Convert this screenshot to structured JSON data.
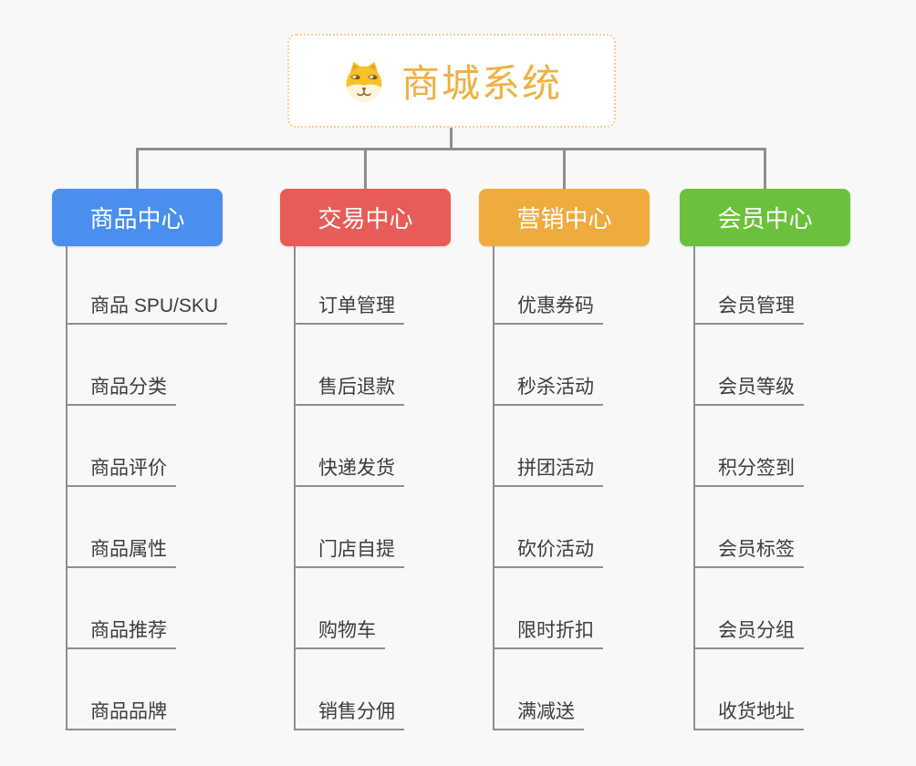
{
  "root": {
    "title": "商城系统",
    "icon": "dog-icon",
    "title_color": "#f0b043",
    "border_color": "#f8cd8a"
  },
  "connector_color": "#8e8e8e",
  "leaf_text_color": "#3d3d3d",
  "branches": [
    {
      "label": "商品中心",
      "color": "#4a8fee",
      "children": [
        "商品 SPU/SKU",
        "商品分类",
        "商品评价",
        "商品属性",
        "商品推荐",
        "商品品牌"
      ]
    },
    {
      "label": "交易中心",
      "color": "#e85c58",
      "children": [
        "订单管理",
        "售后退款",
        "快递发货",
        "门店自提",
        "购物车",
        "销售分佣"
      ]
    },
    {
      "label": "营销中心",
      "color": "#eeac3e",
      "children": [
        "优惠券码",
        "秒杀活动",
        "拼团活动",
        "砍价活动",
        "限时折扣",
        "满减送"
      ]
    },
    {
      "label": "会员中心",
      "color": "#6cc13c",
      "children": [
        "会员管理",
        "会员等级",
        "积分签到",
        "会员标签",
        "会员分组",
        "收货地址"
      ]
    }
  ]
}
